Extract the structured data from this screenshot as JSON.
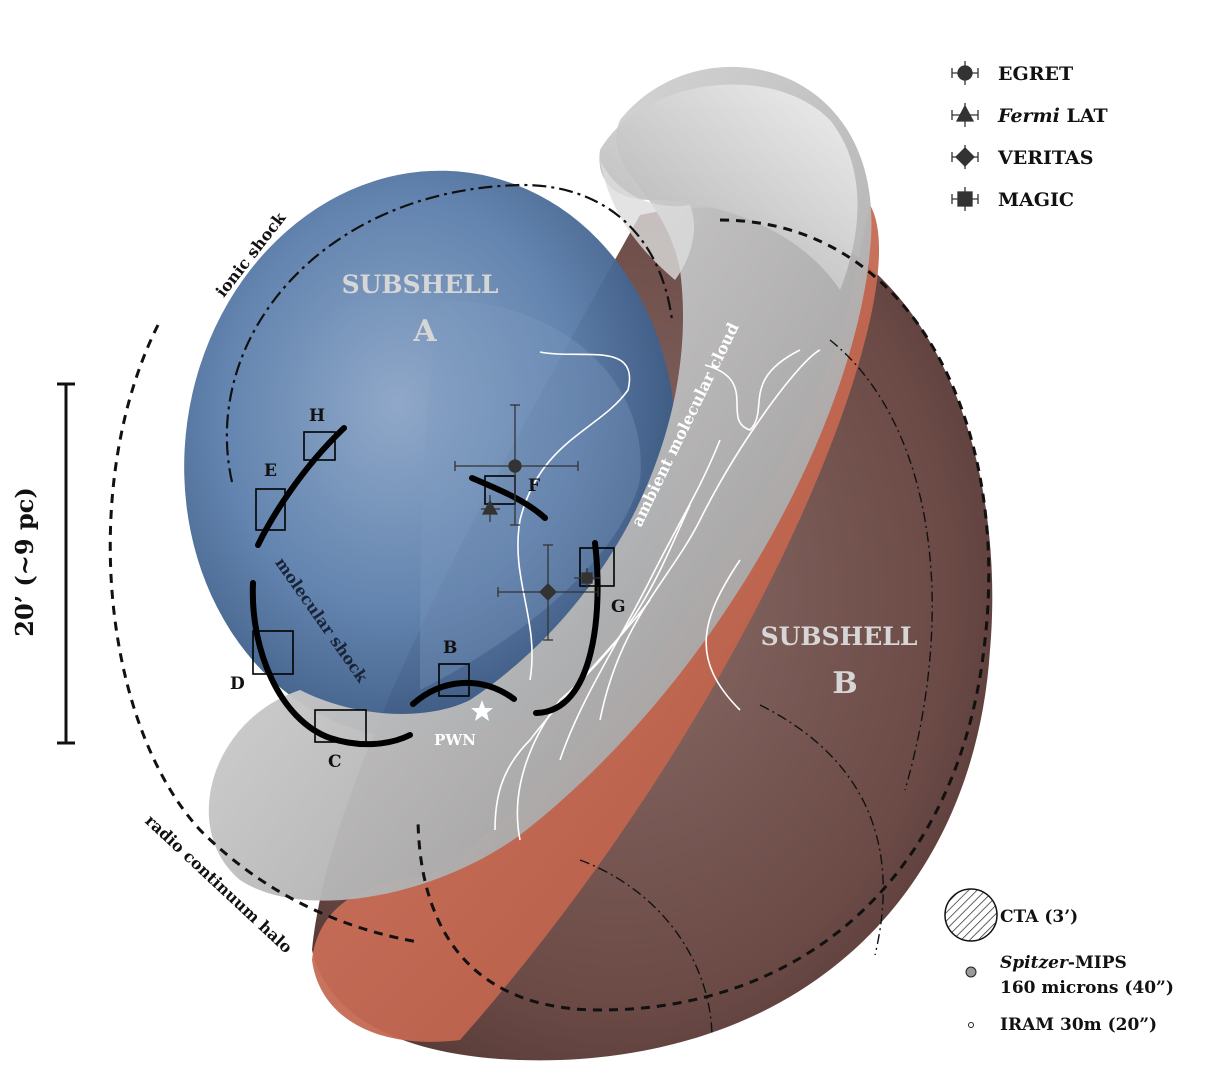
{
  "subshells": {
    "a": {
      "label": "SUBSHELL",
      "letter": "A"
    },
    "b": {
      "label": "SUBSHELL",
      "letter": "B"
    }
  },
  "shock_labels": {
    "ionic": "ionic shock",
    "molecular": "molecular shock",
    "radio_halo": "radio continuum halo",
    "ambient_cloud": "ambient molecular cloud"
  },
  "regions": [
    "H",
    "E",
    "F",
    "G",
    "D",
    "B",
    "C"
  ],
  "pwn_label": "PWN",
  "scale_bar_label": "20’ (~9 pc)",
  "legend": [
    {
      "marker": "circle",
      "prefix": "",
      "italic": "",
      "suffix": "EGRET"
    },
    {
      "marker": "triangle",
      "prefix": "",
      "italic": "Fermi",
      "suffix": " LAT"
    },
    {
      "marker": "diamond",
      "prefix": "",
      "italic": "",
      "suffix": "VERITAS"
    },
    {
      "marker": "square",
      "prefix": "",
      "italic": "",
      "suffix": "MAGIC"
    }
  ],
  "beams": {
    "cta": "CTA (3’)",
    "spitzer_italic": "Spitzer",
    "spitzer_rest": "-MIPS",
    "spitzer_line2": "160 microns (40”)",
    "iram": "IRAM 30m (20”)"
  },
  "colors": {
    "subshell_a": "#4f73a3",
    "subshell_b": "#6b4a46",
    "red_band": "#c86a56",
    "torus": "#bdbdbd"
  }
}
